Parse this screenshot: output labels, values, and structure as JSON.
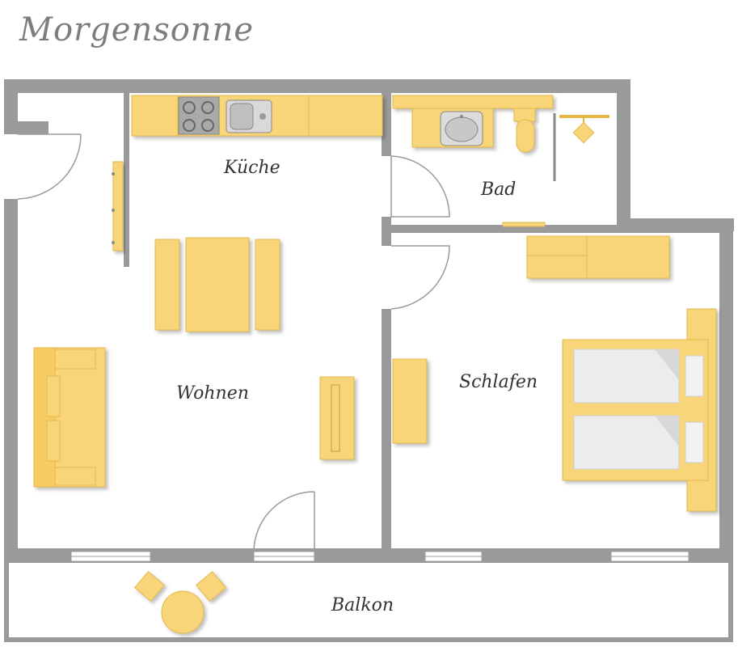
{
  "title": "Morgensonne",
  "rooms": {
    "kitchen": "Küche",
    "bath": "Bad",
    "living": "Wohnen",
    "bedroom": "Schlafen",
    "balcony": "Balkon"
  },
  "colors": {
    "wall": "#9a9a9a",
    "furniture": "#f9d57a",
    "furniture_edge": "#e3b64a",
    "bedding": "#ececec",
    "window": "#ffffff",
    "text": "#333333",
    "title": "#7d7d7d"
  }
}
